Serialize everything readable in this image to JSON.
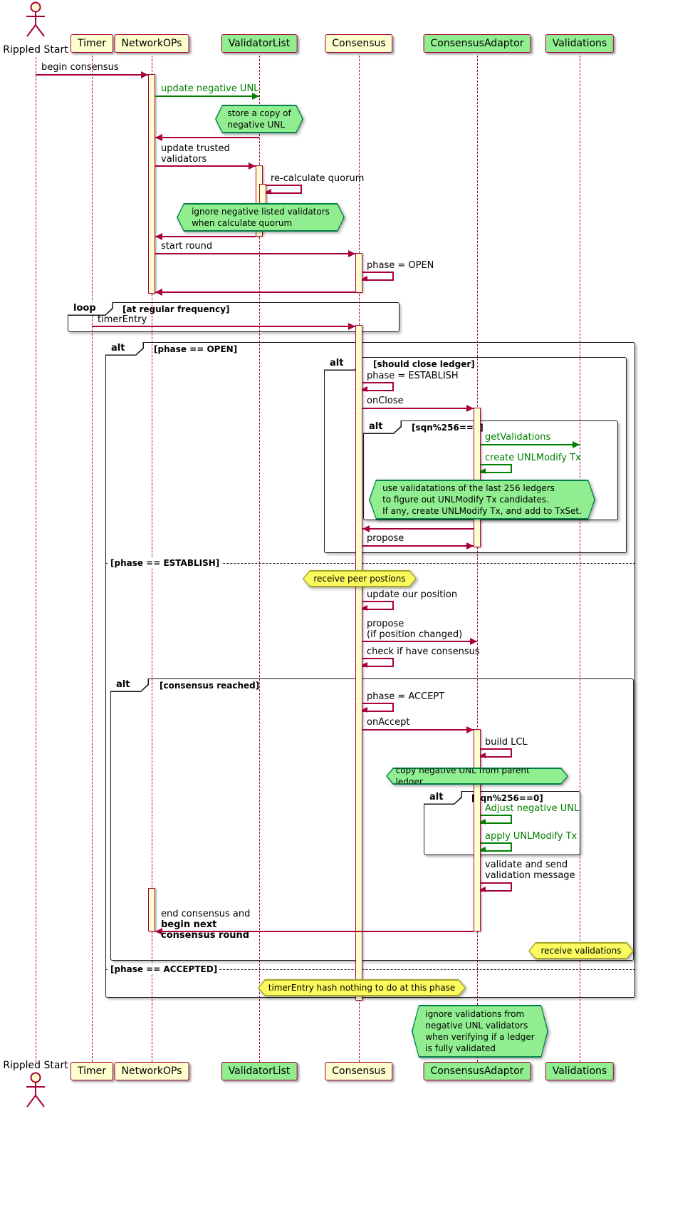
{
  "actor": {
    "label": "Rippled Start"
  },
  "participants": [
    {
      "label": "Timer",
      "bg": "#FEFECE"
    },
    {
      "label": "NetworkOPs",
      "bg": "#FEFECE"
    },
    {
      "label": "ValidatorList",
      "bg": "#90EE90"
    },
    {
      "label": "Consensus",
      "bg": "#FEFECE"
    },
    {
      "label": "ConsensusAdaptor",
      "bg": "#90EE90"
    },
    {
      "label": "Validations",
      "bg": "#90EE90"
    }
  ],
  "messages": {
    "begin_consensus": "begin consensus",
    "update_negative_unl": "update negative UNL",
    "update_trusted": "update trusted\nvalidators",
    "recalc_quorum": "re-calculate quorum",
    "start_round": "start round",
    "phase_open": "phase = OPEN",
    "timer_entry": "timerEntry",
    "phase_establish": "phase = ESTABLISH",
    "on_close": "onClose",
    "get_validations": "getValidations",
    "create_unlmodify": "create UNLModify Tx",
    "propose1": "propose",
    "update_position": "update our position",
    "propose2": "propose\n(if position changed)",
    "check_consensus": "check if have consensus",
    "phase_accept": "phase = ACCEPT",
    "on_accept": "onAccept",
    "build_lcl": "build LCL",
    "adjust_negative_unl": "Adjust negative UNL",
    "apply_unlmodify": "apply UNLModify Tx",
    "validate_send": "validate and send\nvalidation message",
    "end_consensus_normal": "end consensus and",
    "end_consensus_bold": "begin next\nconsensus round"
  },
  "notes": {
    "store_copy": "store a copy of\nnegative UNL",
    "ignore_negative": "ignore negative listed validators\nwhen calculate quorum",
    "use_validations": "use validatations of the last 256 ledgers\nto figure out UNLModify Tx candidates.\nIf any, create UNLModify Tx, and add to TxSet.",
    "receive_peer": "receive peer postions",
    "copy_negative": "copy negative UNL from parent ledger",
    "receive_validations": "receive validations",
    "timer_nothing": "timerEntry hash nothing to do at this phase",
    "ignore_validations": "ignore validations from\nnegative UNL validators\nwhen verifying if a ledger\nis fully validated"
  },
  "frames": {
    "loop": {
      "label": "loop",
      "cond": "[at regular frequency]"
    },
    "phase": {
      "label": "alt",
      "cond": "[phase == OPEN]",
      "else1": "[phase == ESTABLISH]",
      "else2": "[phase == ACCEPTED]"
    },
    "close": {
      "label": "alt",
      "cond": "[should close ledger]"
    },
    "sqn1": {
      "label": "alt",
      "cond": "[sqn%256==0]"
    },
    "reached": {
      "label": "alt",
      "cond": "[consensus reached]"
    },
    "sqn2": {
      "label": "alt",
      "cond": "[sqn%256==0]"
    }
  },
  "colors": {
    "arrow_red": "#A80036",
    "arrow_green": "#008000",
    "participant_cream": "#FEFECE",
    "participant_green": "#90EE90",
    "note_green": "#90EE90",
    "note_green_border": "#038048",
    "note_yellow": "#FBFB5F",
    "frame_border": "#181818",
    "lifeline": "#A80036"
  }
}
